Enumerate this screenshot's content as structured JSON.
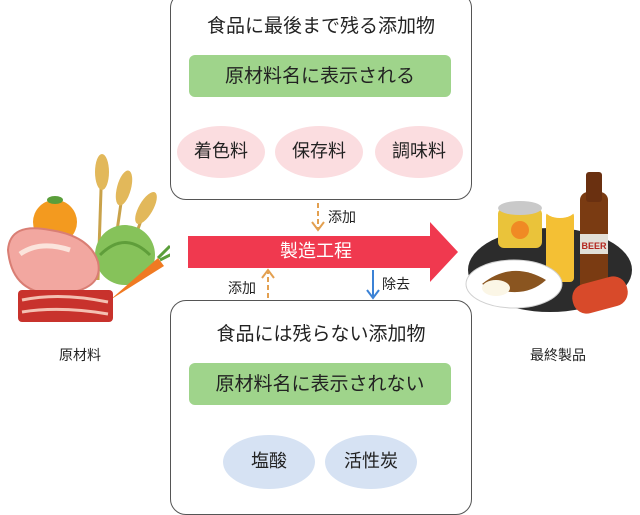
{
  "top_panel": {
    "title": "食品に最後まで残る添加物",
    "bar_label": "原材料名に表示される",
    "items": [
      "着色料",
      "保存料",
      "調味料"
    ]
  },
  "bottom_panel": {
    "title": "食品には残らない添加物",
    "bar_label": "原材料名に表示されない",
    "items": [
      "塩酸",
      "活性炭"
    ]
  },
  "process": {
    "label": "製造工程",
    "arrow_add_top": "添加",
    "arrow_add_bottom": "添加",
    "arrow_remove": "除去"
  },
  "left_caption": "原材料",
  "right_caption": "最終製品",
  "beer_label": "BEER",
  "colors": {
    "green_bar": "#9fd48b",
    "pink_pill": "#fbdde0",
    "blue_pill": "#d6e2f3",
    "process_arrow": "#f0394f",
    "add_arrow": "#e3a050",
    "remove_arrow": "#3b82d6"
  }
}
